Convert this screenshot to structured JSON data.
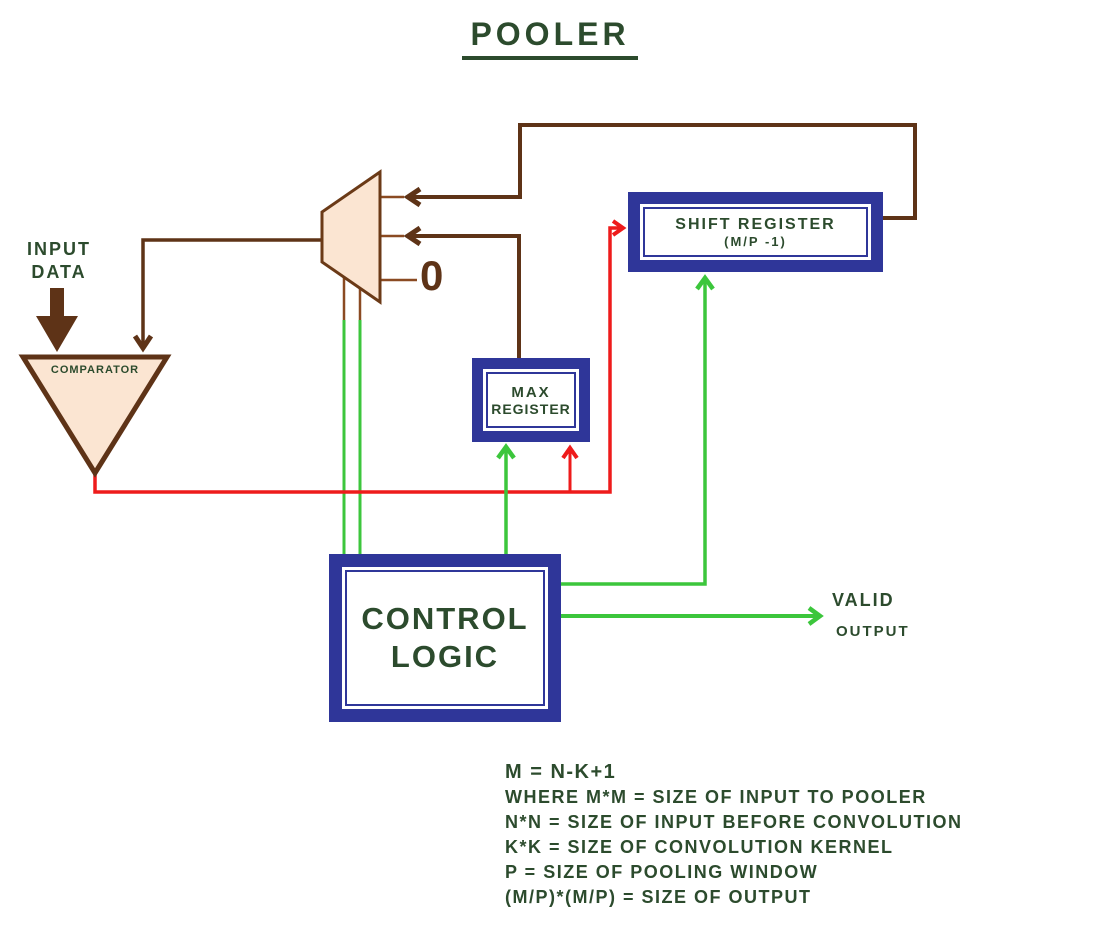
{
  "title": "POOLER",
  "colors": {
    "text_green": "#2c4b2d",
    "box_navy": "#2f3699",
    "wire_brown": "#5e3317",
    "wire_brown_light": "#8a4a22",
    "wire_green": "#3cc63c",
    "wire_red": "#ee1b1b",
    "shape_fill_peach": "#fbe5d2",
    "background": "#ffffff"
  },
  "labels": {
    "input_data_line1": "INPUT",
    "input_data_line2": "DATA",
    "comparator": "COMPARATOR",
    "mux_zero_input": "0",
    "max_register_line1": "MAX",
    "max_register_line2": "REGISTER",
    "shift_register_line1": "SHIFT REGISTER",
    "shift_register_line2": "(M/P -1)",
    "control_logic_line1": "CONTROL",
    "control_logic_line2": "LOGIC",
    "valid_output_line1": "VALID",
    "valid_output_line2": "OUTPUT"
  },
  "formulas": [
    "M = N-K+1",
    "WHERE M*M = SIZE OF INPUT TO POOLER",
    "N*N = SIZE OF INPUT BEFORE CONVOLUTION",
    "K*K = SIZE OF CONVOLUTION KERNEL",
    "P = SIZE OF POOLING WINDOW",
    "(M/P)*(M/P) = SIZE OF OUTPUT"
  ]
}
